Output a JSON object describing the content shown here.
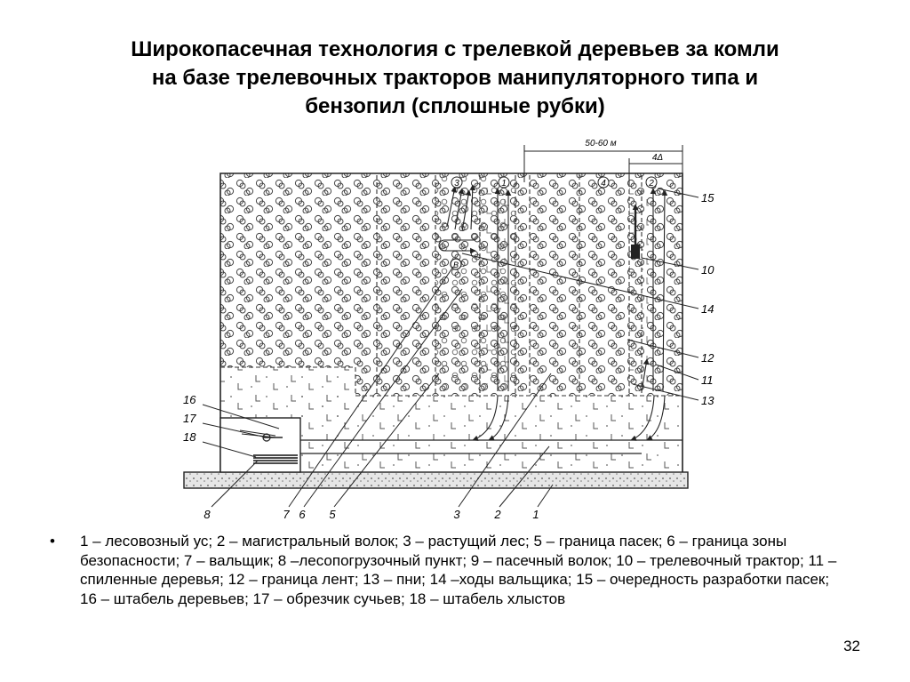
{
  "title": {
    "line1": "Широкопасечная технология с трелевкой деревьев за комли",
    "line2": "на базе трелевочных тракторов манипуляторного типа и",
    "line3": "бензопил (сплошные рубки)"
  },
  "diagram": {
    "dim_top": "50-60 м",
    "dim_small": "4Δ",
    "strip_numbers": [
      "3",
      "1",
      "4",
      "2"
    ],
    "right_labels": [
      "15",
      "10",
      "14",
      "12",
      "11",
      "13"
    ],
    "left_labels": [
      "16",
      "17",
      "18"
    ],
    "bottom_labels": [
      "8",
      "7",
      "6",
      "5",
      "3",
      "2",
      "1"
    ],
    "marker_label": "B"
  },
  "legend": {
    "bullet": "•",
    "text": "1 – лесовозный ус; 2 – магистральный волок; 3 – растущий лес; 5 – граница пасек; 6 – граница зоны безопасности; 7 – вальщик; 8 –лесопогрузочный пункт; 9 – пасечный волок; 10 – трелевочный трактор; 11 – спиленные деревья; 12 – граница лент; 13 – пни; 14 –ходы вальщика; 15 – очередность разработки пасек; 16 – штабель деревьев; 17 – обрезчик сучьев; 18 – штабель хлыстов"
  },
  "page_number": "32"
}
